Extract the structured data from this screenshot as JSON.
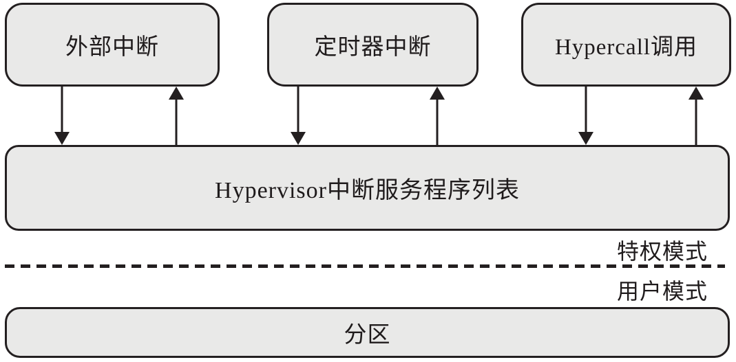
{
  "diagram": {
    "top_boxes": [
      {
        "label": "外部中断"
      },
      {
        "label": "定时器中断"
      },
      {
        "label": "Hypercall调用"
      }
    ],
    "middle_box": {
      "label": "Hypervisor中断服务程序列表"
    },
    "bottom_box": {
      "label": "分区"
    },
    "mode_labels": {
      "privileged": "特权模式",
      "user": "用户模式"
    },
    "arrows": [
      {
        "name": "external-interrupt-to-hypervisor",
        "direction": "down"
      },
      {
        "name": "hypervisor-to-external-interrupt",
        "direction": "up"
      },
      {
        "name": "timer-interrupt-to-hypervisor",
        "direction": "down"
      },
      {
        "name": "hypervisor-to-timer-interrupt",
        "direction": "up"
      },
      {
        "name": "hypercall-to-hypervisor",
        "direction": "down"
      },
      {
        "name": "hypervisor-to-hypercall",
        "direction": "up"
      }
    ],
    "colors": {
      "box_fill": "#e9e9e8",
      "box_border": "#231f20",
      "line": "#231f20",
      "text": "#1f1b1c"
    }
  }
}
